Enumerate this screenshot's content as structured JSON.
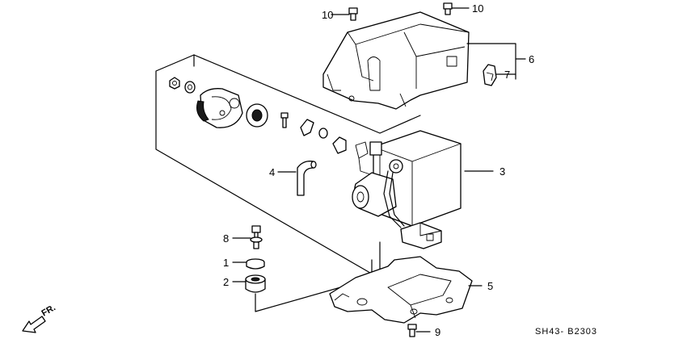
{
  "diagram": {
    "code": "SH43- B2303",
    "direction_label": "FR.",
    "callouts": [
      {
        "id": "c1",
        "label": "1"
      },
      {
        "id": "c2",
        "label": "2"
      },
      {
        "id": "c3",
        "label": "3"
      },
      {
        "id": "c4",
        "label": "4"
      },
      {
        "id": "c5",
        "label": "5"
      },
      {
        "id": "c6",
        "label": "6"
      },
      {
        "id": "c7",
        "label": "7"
      },
      {
        "id": "c8",
        "label": "8"
      },
      {
        "id": "c9",
        "label": "9"
      },
      {
        "id": "c10a",
        "label": "10"
      },
      {
        "id": "c10b",
        "label": "10"
      }
    ],
    "colors": {
      "ink": "#000000",
      "paper": "#ffffff"
    }
  }
}
